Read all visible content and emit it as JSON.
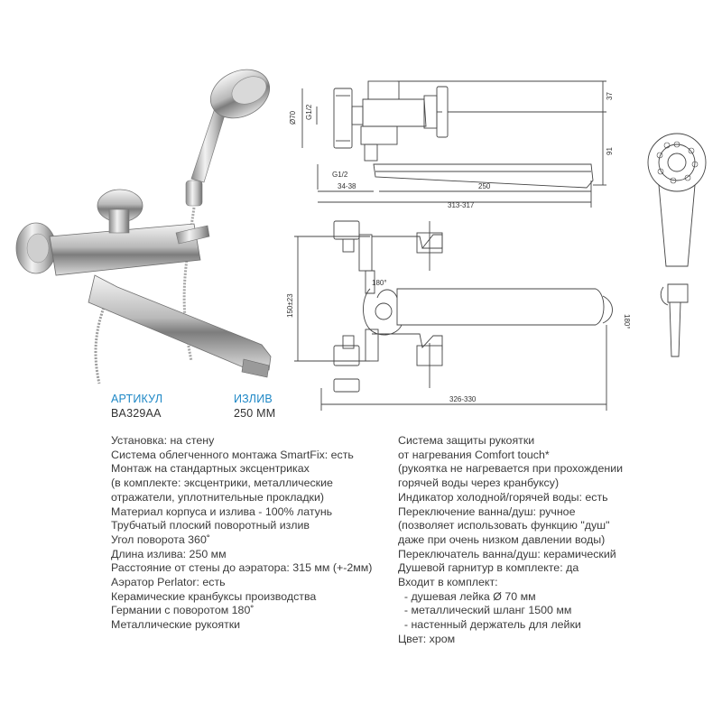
{
  "product": {
    "article_label": "АРТИКУЛ",
    "article_value": "BA329AA",
    "spout_label": "ИЗЛИВ",
    "spout_value": "250 ММ"
  },
  "dimensions": {
    "d70": "Ø70",
    "g12_top": "G1/2",
    "g12_side": "G1/2",
    "d34_38": "34-38",
    "d250": "250",
    "d313_317": "313-317",
    "d37": "37",
    "d91": "91",
    "d150": "150±23",
    "d326_330": "326-330",
    "rot180_handle": "180°",
    "rot180_spout": "180°"
  },
  "specs_left": [
    "Установка: на стену",
    "Система облегченного монтажа SmartFix: есть",
    "Монтаж на стандартных эксцентриках",
    "(в комплекте: эксцентрики, металлические",
    "отражатели, уплотнительные прокладки)",
    "Материал корпуса и излива - 100% латунь",
    "Трубчатый плоский поворотный излив",
    "Угол поворота 360˚",
    "Длина излива: 250 мм",
    "Расстояние от стены до аэратора: 315 мм (+-2мм)",
    "Аэратор Perlator: есть",
    "Керамические кранбуксы производства",
    "Германии с поворотом 180˚",
    "Металлические рукоятки"
  ],
  "specs_right": [
    "Система защиты рукоятки",
    "от нагревания Comfort touch*",
    "(рукоятка не нагревается при прохождении",
    "горячей воды через кранбуксу)",
    "Индикатор холодной/горячей воды: есть",
    "Переключение ванна/душ: ручное",
    "(позволяет использовать функцию \"душ\"",
    "даже при очень низком давлении воды)",
    "Переключатель ванна/душ: керамический",
    "Душевой гарнитур в комплекте: да",
    "Входит в комплект:",
    "  - душевая лейка Ø 70 мм",
    "  - металлический шланг 1500 мм",
    "  - настенный держатель для лейки",
    "Цвет: хром"
  ],
  "colors": {
    "accent": "#1f88c6",
    "text": "#3b3b3b"
  }
}
